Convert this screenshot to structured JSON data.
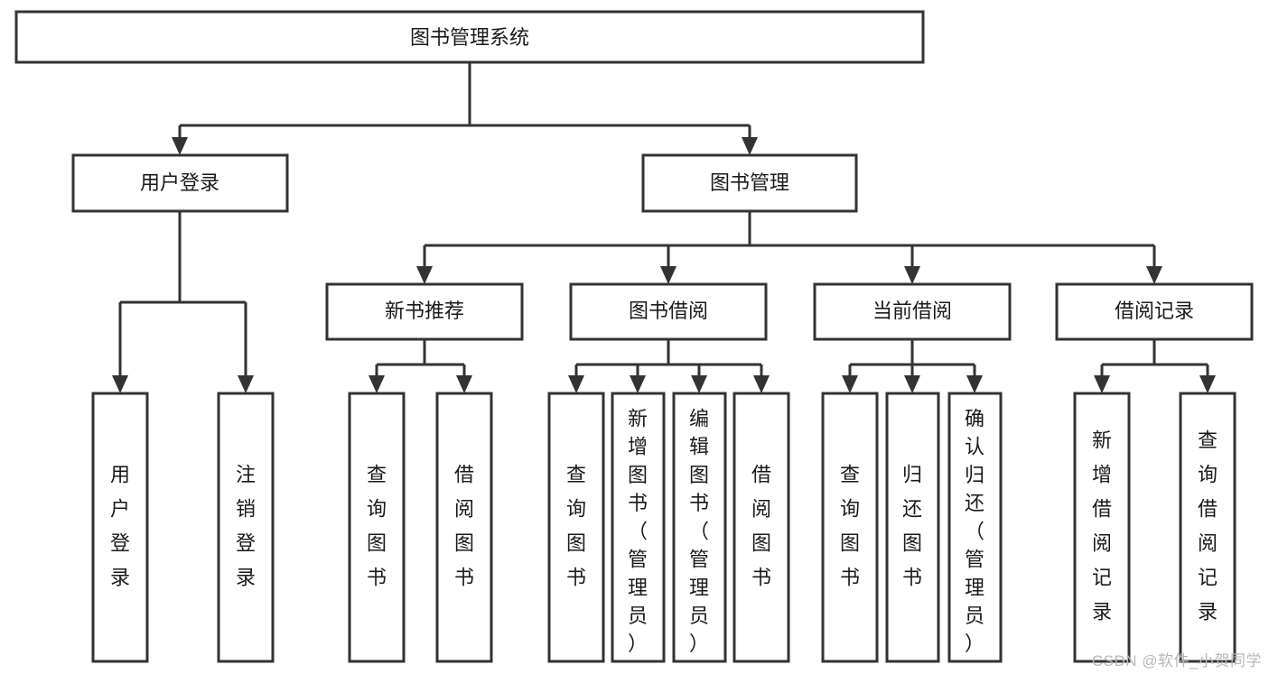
{
  "diagram": {
    "type": "tree-hierarchy-flowchart",
    "title": "图书管理系统",
    "watermark": "CSDN @软件_小贺同学",
    "colors": {
      "stroke": "#333333",
      "fill": "#ffffff",
      "text": "#1a1a1a",
      "watermark": "#b8b8b8",
      "background": "#ffffff"
    },
    "levels": [
      {
        "level": 1,
        "nodes": [
          {
            "id": "root",
            "label": "图书管理系统",
            "orientation": "horizontal"
          }
        ]
      },
      {
        "level": 2,
        "nodes": [
          {
            "id": "user-login",
            "label": "用户登录",
            "orientation": "horizontal",
            "parent": "root"
          },
          {
            "id": "book-mgmt",
            "label": "图书管理",
            "orientation": "horizontal",
            "parent": "root"
          }
        ]
      },
      {
        "level": 3,
        "nodes": [
          {
            "id": "new-book-rec",
            "label": "新书推荐",
            "orientation": "horizontal",
            "parent": "book-mgmt"
          },
          {
            "id": "book-borrow",
            "label": "图书借阅",
            "orientation": "horizontal",
            "parent": "book-mgmt"
          },
          {
            "id": "current-borrow",
            "label": "当前借阅",
            "orientation": "horizontal",
            "parent": "book-mgmt"
          },
          {
            "id": "borrow-record",
            "label": "借阅记录",
            "orientation": "horizontal",
            "parent": "book-mgmt"
          }
        ]
      },
      {
        "level": 4,
        "nodes": [
          {
            "id": "leaf-1",
            "label": "用户登录",
            "orientation": "vertical",
            "parent": "user-login"
          },
          {
            "id": "leaf-2",
            "label": "注销登录",
            "orientation": "vertical",
            "parent": "user-login"
          },
          {
            "id": "leaf-3",
            "label": "查询图书",
            "orientation": "vertical",
            "parent": "new-book-rec"
          },
          {
            "id": "leaf-4",
            "label": "借阅图书",
            "orientation": "vertical",
            "parent": "new-book-rec"
          },
          {
            "id": "leaf-5",
            "label": "查询图书",
            "orientation": "vertical",
            "parent": "book-borrow"
          },
          {
            "id": "leaf-6",
            "label": "新增图书（管理员）",
            "orientation": "vertical",
            "parent": "book-borrow"
          },
          {
            "id": "leaf-7",
            "label": "编辑图书（管理员）",
            "orientation": "vertical",
            "parent": "book-borrow"
          },
          {
            "id": "leaf-8",
            "label": "借阅图书",
            "orientation": "vertical",
            "parent": "book-borrow"
          },
          {
            "id": "leaf-9",
            "label": "查询图书",
            "orientation": "vertical",
            "parent": "current-borrow"
          },
          {
            "id": "leaf-10",
            "label": "归还图书",
            "orientation": "vertical",
            "parent": "current-borrow"
          },
          {
            "id": "leaf-11",
            "label": "确认归还（管理员）",
            "orientation": "vertical",
            "parent": "current-borrow"
          },
          {
            "id": "leaf-12",
            "label": "新增借阅记录",
            "orientation": "vertical",
            "parent": "borrow-record"
          },
          {
            "id": "leaf-13",
            "label": "查询借阅记录",
            "orientation": "vertical",
            "parent": "borrow-record"
          }
        ]
      }
    ]
  }
}
